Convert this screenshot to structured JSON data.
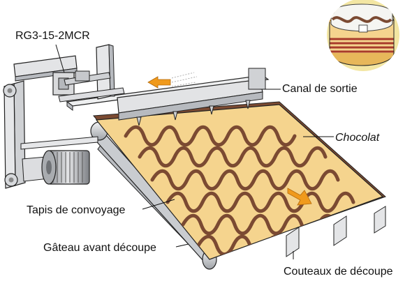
{
  "figure": {
    "model_label": "RG3-15-2MCR",
    "labels": {
      "exit_channel": "Canal de sortie",
      "chocolate": "Chocolat",
      "conveyor": "Tapis de convoyage",
      "cake_before_cut": "Gâteau avant découpe",
      "cutting_knives": "Couteaux de découpe"
    }
  },
  "colors": {
    "cake": "#F5D48E",
    "chocolate": "#7B4A32",
    "belt": "#C9CCD0",
    "metal": "#D9DADC",
    "outline": "#222222",
    "arrow": "#F09A1C",
    "inset_bg": "#F3E6A3"
  },
  "icons": {
    "motion_arrows": "orange-arrow",
    "inset": "layered-cake-with-ring"
  }
}
